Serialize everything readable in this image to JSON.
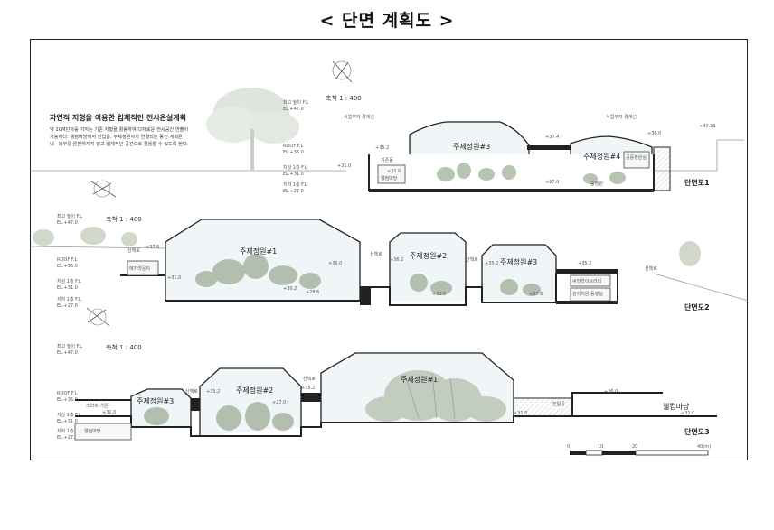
{
  "page_title": "< 단면 계획도 >",
  "intro": {
    "heading": "자연적 지형을 이용한 입체적인 전시온실계획",
    "lines": [
      "약 10M단차를 가지는 기존 지형을 활용하여 다채로운 전시공간 연출이",
      "가능하다. 웰컴마당에서 진입층, 주제정원까지 연결되는 동선 계획은",
      "내 · 외부를 원만하지지 않고 입체적인 공간으로 활용할 수 있도록 한다."
    ]
  },
  "sections": [
    {
      "name": "단면도1",
      "scale": "축척 1 : 400",
      "levels": [
        "최고 높이 F.L",
        "EL.+47.0",
        "ROOF F.L",
        "EL.+36.0",
        "지상 1층 F.L",
        "EL.+31.0",
        "지하 1층 F.L",
        "EL.+27.0"
      ],
      "halls": [
        "주제정원#3",
        "주제정원#4"
      ],
      "rooms": [
        "기존동",
        "웰컴마당",
        "공중정원실",
        "숲정원"
      ],
      "notes": [
        "사업부지 경계선",
        "사업부지 경계선"
      ],
      "elevations": [
        "+35.2",
        "+31.0",
        "+37.4",
        "+36.0",
        "+40.35",
        "+27.0",
        "+31.0"
      ]
    },
    {
      "name": "단면도2",
      "scale": "축척 1 : 400",
      "levels": [
        "최고 높이 F.L",
        "EL.+47.0",
        "ROOF F.L",
        "EL.+36.0",
        "지상 1층 F.L",
        "EL.+31.0",
        "지하 1층 F.L",
        "EL.+27.0"
      ],
      "halls": [
        "주제정원#1",
        "주제정원#2",
        "주제정원#3"
      ],
      "rooms": [
        "산책로",
        "산책로",
        "산책로",
        "에지라운지",
        "씨앗라이브러리",
        "관리지원 동행실"
      ],
      "notes": [
        "산책로"
      ],
      "elevations": [
        "+37.6",
        "+31.0",
        "+36.0",
        "+30.2",
        "+28.6",
        "+36.2",
        "+31.0",
        "+35.2",
        "+27.6",
        "+35.2"
      ]
    },
    {
      "name": "단면도3",
      "scale": "축척 1 : 400",
      "levels": [
        "최고 높이 F.L",
        "EL.+47.0",
        "ROOF F.L",
        "EL.+36.0",
        "지상 1층 F.L",
        "EL.+31.0",
        "지하 1층 F.L",
        "EL.+27.0"
      ],
      "halls": [
        "주제정원#3",
        "주제정원#2",
        "주제정원#1"
      ],
      "rooms": [
        "스마트 가든",
        "웰컴마당",
        "산책로",
        "산책로",
        "진입홀",
        "웰컴마당"
      ],
      "notes": [],
      "elevations": [
        "+31.0",
        "+35.2",
        "+35.2",
        "+27.0",
        "+31.0",
        "+36.0",
        "+31.0"
      ]
    }
  ],
  "scale_bar": {
    "ticks": [
      "0",
      "10",
      "20",
      "40(m)"
    ]
  },
  "colors": {
    "ground": "#222222",
    "glass": "#eaf3f6",
    "tree": "#a9b7a2",
    "hatch": "#9aa7b0"
  }
}
